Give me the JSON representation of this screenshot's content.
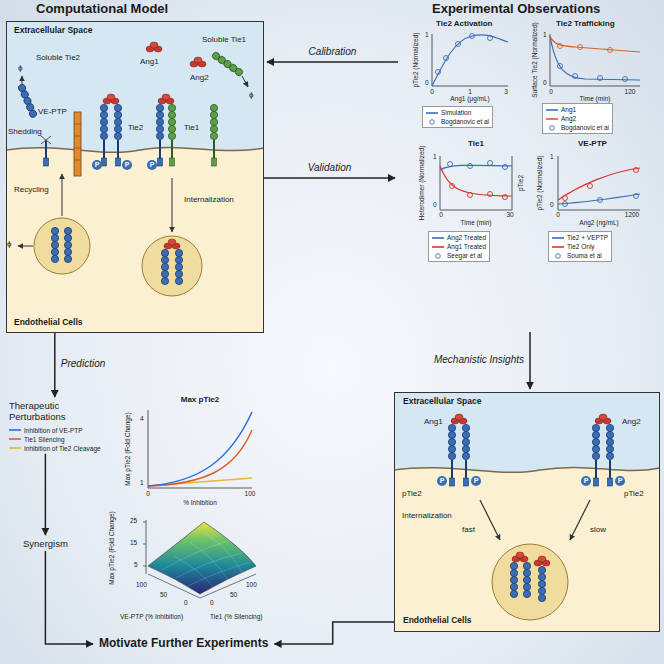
{
  "diagram": {
    "nodes": [
      {
        "text": [
          "Computational Model",
          "Extracellular Space",
          "Endothelial Cells"
        ]
      },
      {
        "text": [
          "Experimental Observations"
        ]
      },
      {
        "text": [
          "Therapeutic Perturbations"
        ]
      },
      {
        "text": [
          "Synergism"
        ]
      },
      {
        "text": [
          "Motivate Further Experiments"
        ]
      },
      {
        "text": [
          "Extracellular Space",
          "Endothelial Cells"
        ]
      }
    ],
    "edges": [
      {
        "from": 1,
        "to": 0,
        "arrow": "to",
        "label": "Calibration"
      },
      {
        "from": 0,
        "to": 1,
        "arrow": "to",
        "label": "Validation"
      },
      {
        "from": 0,
        "to": 2,
        "arrow": "to",
        "label": "Prediction"
      },
      {
        "from": 2,
        "to": 3,
        "arrow": "to"
      },
      {
        "from": 3,
        "to": 4,
        "arrow": "to"
      },
      {
        "from": 1,
        "to": 5,
        "arrow": "to",
        "label": "Mechanistic Insights"
      },
      {
        "from": 5,
        "to": 4,
        "arrow": "to"
      }
    ],
    "labels": [
      "Soluble Tie2",
      "ϕ",
      "VE-PTP",
      "Shedding",
      "Ang1",
      "Ang2",
      "Soluble Tie1",
      "ϕ",
      "Tie2",
      "Tie1",
      "P",
      "P",
      "P",
      "Recycling",
      "ϕ",
      "Internalization",
      "Tie2 Activation",
      "pTie2 (Normalized)",
      "1",
      "0",
      "0",
      "1",
      "3",
      "Ang1 (μg/mL)",
      "Tie2 Trafficking",
      "Surface Tie2 (Normalized)",
      "1",
      "0",
      "0",
      "120",
      "Time (min)",
      "Tie1",
      "Heterodimer (Normalized)",
      "pTie2",
      "1",
      "0",
      "0",
      "30",
      "Time (min)",
      "VE-PTP",
      "pTie2 (Normalized)",
      "1",
      "0",
      "0",
      "1200",
      "Ang2 (ng/mL)",
      "Max pTie2",
      "Max pTie2 (Fold Change)",
      "4",
      "1",
      "0",
      "100",
      "% Inhibition",
      "Max pTie2 (Fold Change)",
      "25",
      "15",
      "5",
      "100",
      "50",
      "0",
      "VE-PTP (% Inhibition)",
      "0",
      "50",
      "100",
      "Tie1 (% Silencing)",
      "Ang1",
      "Ang2",
      "P",
      "P",
      "P",
      "P",
      "pTie2",
      "pTie2",
      "Internalization",
      "fast",
      "slow"
    ],
    "legend": [
      {
        "text": "Simulation"
      },
      {
        "text": "Bogdanovic et al"
      },
      {
        "text": "Ang1"
      },
      {
        "text": "Ang2"
      },
      {
        "text": "Bogdanovic et al"
      },
      {
        "text": "Ang2 Treated"
      },
      {
        "text": "Ang1 Treated"
      },
      {
        "text": "Seegar et al"
      },
      {
        "text": "Tie2 + VEPTP"
      },
      {
        "text": "Tie2 Only"
      },
      {
        "text": "Souma et al"
      },
      {
        "text": "Inhibition of VE-PTP"
      },
      {
        "text": "Tie1 Silencing"
      },
      {
        "text": "Inhibition of Tie2 Cleavage"
      }
    ]
  }
}
